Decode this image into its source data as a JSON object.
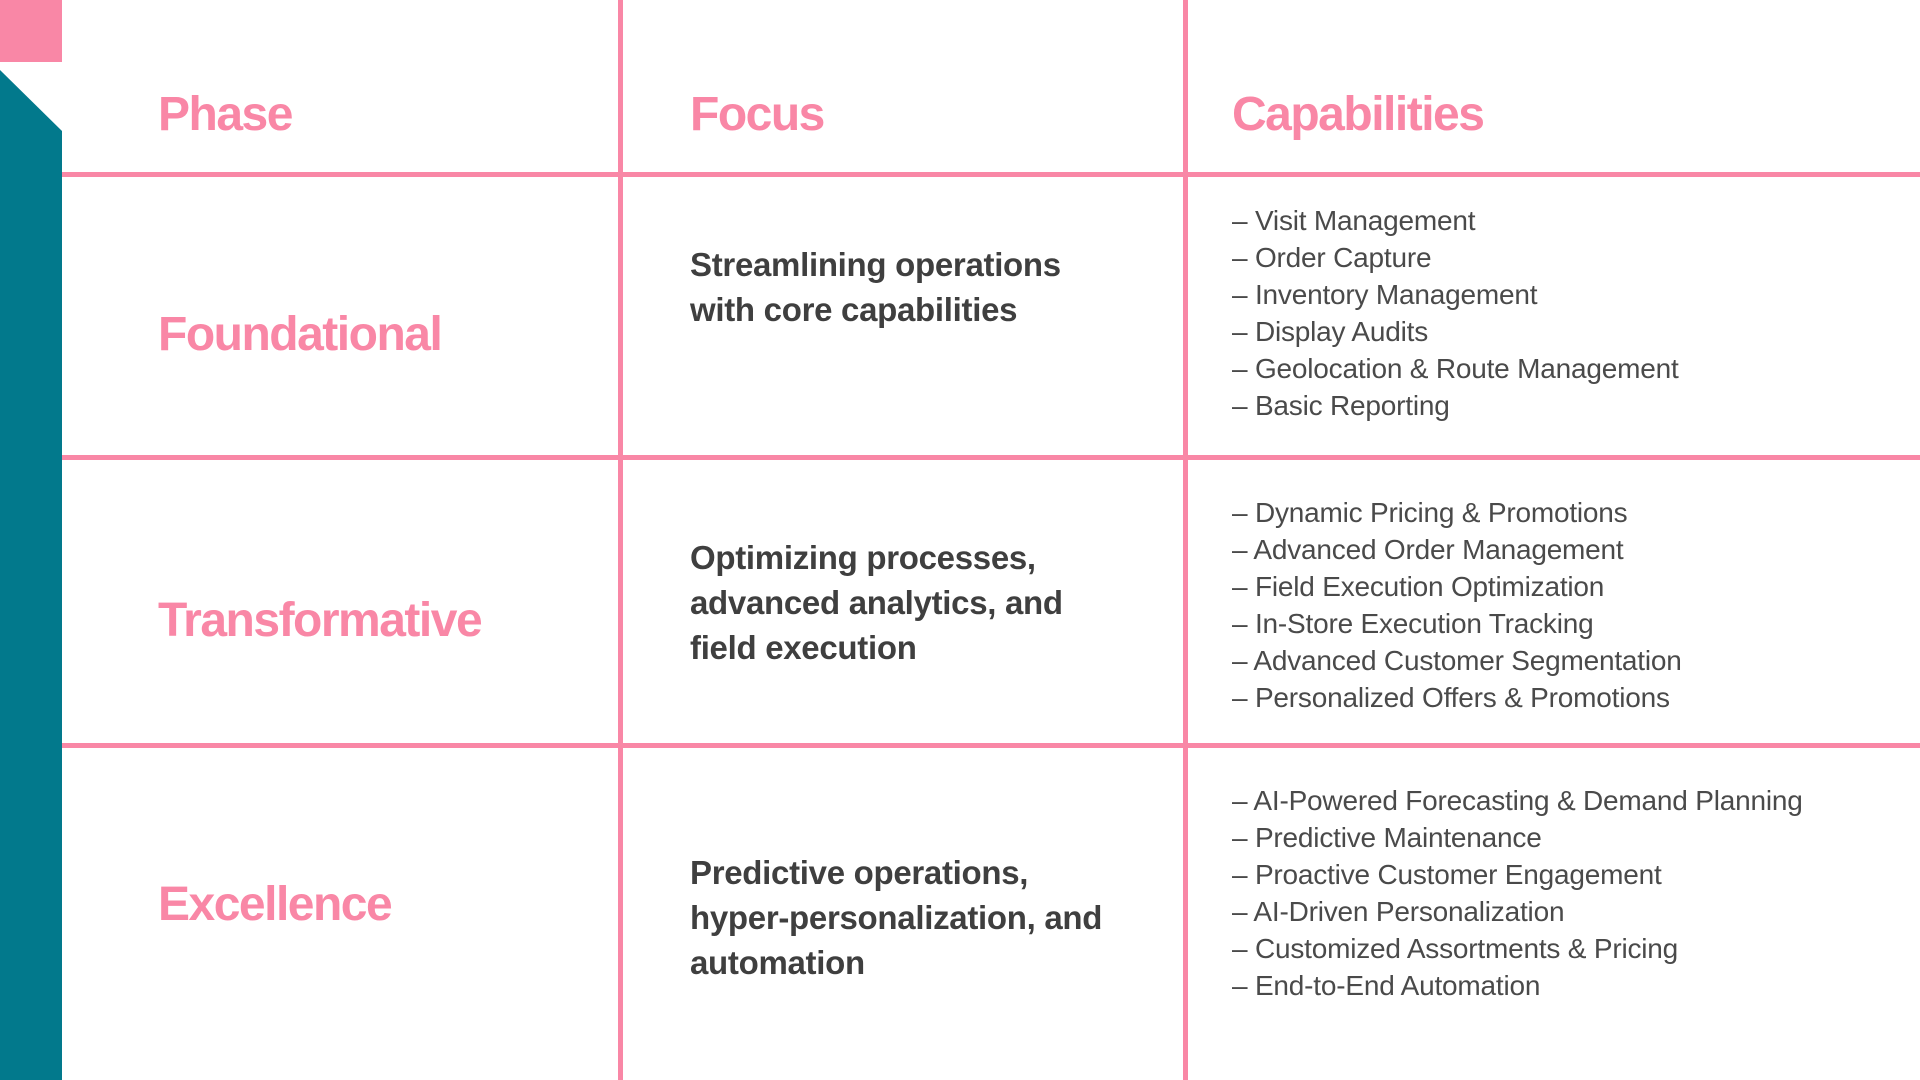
{
  "colors": {
    "pink": "#F987A6",
    "teal": "#02798C",
    "focus_text": "#3F3F3F",
    "list_text": "#4A4A4A"
  },
  "table": {
    "bullet": "–",
    "columns": [
      {
        "id": "phase",
        "label": "Phase"
      },
      {
        "id": "focus",
        "label": "Focus"
      },
      {
        "id": "capabilities",
        "label": "Capabilities"
      }
    ],
    "rows": [
      {
        "phase": "Foundational",
        "focus_lines": [
          "Streamlining operations",
          "with core capabilities"
        ],
        "capabilities": [
          "Visit Management",
          "Order Capture",
          "Inventory Management",
          "Display Audits",
          "Geolocation & Route Management",
          "Basic Reporting"
        ]
      },
      {
        "phase": "Transformative",
        "focus_lines": [
          "Optimizing processes,",
          "advanced analytics, and",
          "field execution"
        ],
        "capabilities": [
          "Dynamic Pricing & Promotions",
          "Advanced Order Management",
          "Field Execution Optimization",
          "In-Store Execution Tracking",
          "Advanced Customer Segmentation",
          "Personalized Offers & Promotions"
        ]
      },
      {
        "phase": "Excellence",
        "focus_lines": [
          "Predictive operations,",
          "hyper-personalization, and",
          "automation"
        ],
        "capabilities": [
          "AI-Powered Forecasting & Demand Planning",
          "Predictive Maintenance",
          "Proactive Customer Engagement",
          "AI-Driven Personalization",
          "Customized Assortments & Pricing",
          "End-to-End Automation"
        ]
      }
    ]
  }
}
